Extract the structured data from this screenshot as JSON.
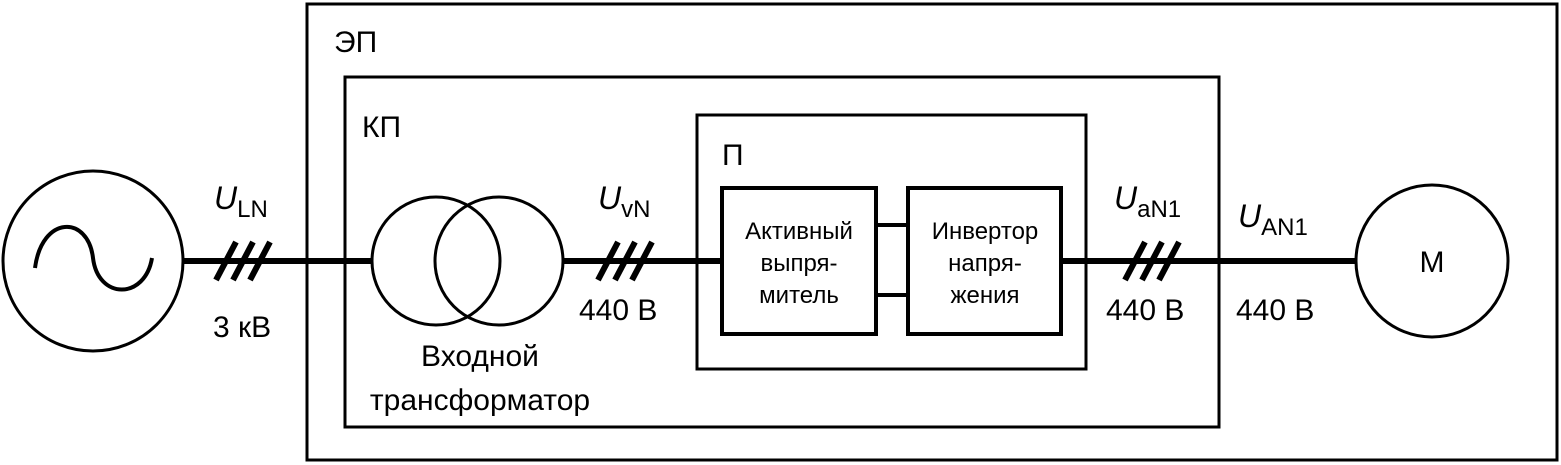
{
  "outer_box": {
    "label": "ЭП"
  },
  "middle_box": {
    "label": "КП"
  },
  "inner_box": {
    "label": "П"
  },
  "source": {
    "voltage_symbol": "U",
    "voltage_subscript": "LN",
    "voltage_value": "3 кВ"
  },
  "transformer": {
    "label_line1": "Входной",
    "label_line2": "трансформатор"
  },
  "converter_input": {
    "voltage_symbol": "U",
    "voltage_subscript": "vN",
    "voltage_value": "440 В"
  },
  "rectifier": {
    "line1": "Активный",
    "line2": "выпря-",
    "line3": "митель"
  },
  "inverter": {
    "line1": "Инвертор",
    "line2": "напря-",
    "line3": "жения"
  },
  "converter_output": {
    "voltage_symbol": "U",
    "voltage_subscript": "aN1",
    "voltage_value": "440 В"
  },
  "motor_input": {
    "voltage_symbol": "U",
    "voltage_subscript": "AN1",
    "voltage_value": "440 В"
  },
  "motor": {
    "label": "M"
  }
}
